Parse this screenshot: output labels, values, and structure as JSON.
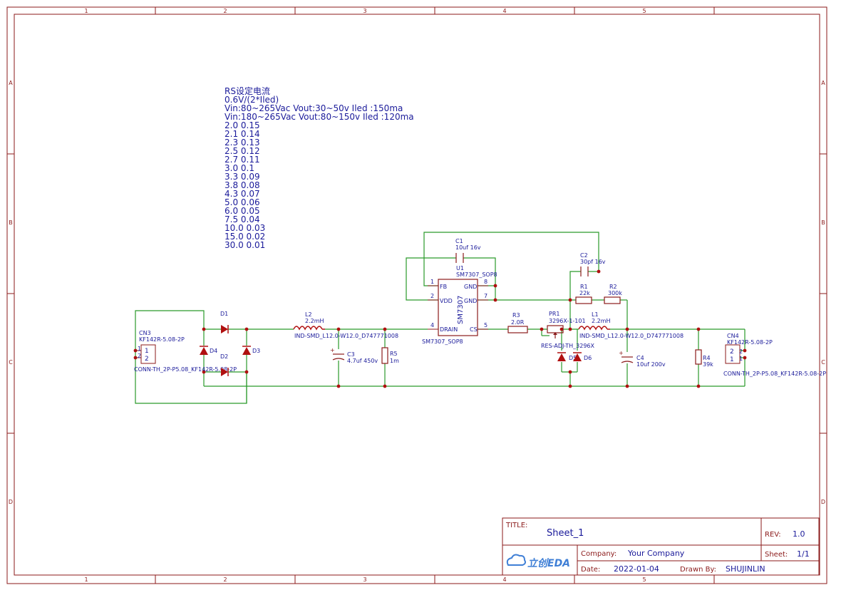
{
  "border": {
    "columns": [
      "1",
      "2",
      "3",
      "4",
      "5"
    ],
    "rows": [
      "A",
      "B",
      "C",
      "D"
    ]
  },
  "notes": [
    "RS设定电流",
    "0.6V/(2*Iled)",
    "Vin:80~265Vac Vout:30~50v Iled :150ma",
    "Vin:180~265Vac Vout:80~150v Iled :120ma",
    "2.0  0.15",
    "2.1  0.14",
    "2.3  0.13",
    "2.5  0.12",
    "2.7  0.11",
    "3.0  0.1",
    "3.3  0.09",
    "3.8  0.08",
    "4.3  0.07",
    "5.0  0.06",
    "6.0  0.05",
    "7.5  0.04",
    "10.0  0.03",
    "15.0  0.02",
    "30.0  0.01"
  ],
  "components": {
    "cn3": {
      "ref": "CN3",
      "value1": "KF142R-5.08-2P",
      "value2": "CONN-TH_2P-P5.08_KF142R-5.08-2P",
      "pin1": "1",
      "pin2": "2"
    },
    "cn4": {
      "ref": "CN4",
      "value1": "KF142R-5.08-2P",
      "value2": "CONN-TH_2P-P5.08_KF142R-5.08-2P",
      "pin1": "1",
      "pin2": "2"
    },
    "d1": {
      "ref": "D1"
    },
    "d2": {
      "ref": "D2"
    },
    "d3": {
      "ref": "D3"
    },
    "d4": {
      "ref": "D4"
    },
    "d5": {
      "ref": "D5"
    },
    "d6": {
      "ref": "D6"
    },
    "l2": {
      "ref": "L2",
      "value": "2.2mH",
      "footprint": "IND-SMD_L12.0-W12.0_D747771008"
    },
    "l1": {
      "ref": "L1",
      "value": "2.2mH",
      "footprint": "IND-SMD_L12.0-W12.0_D747771008"
    },
    "c3": {
      "ref": "C3",
      "value": "4.7uf 450v"
    },
    "c4": {
      "ref": "C4",
      "value": "10uf 200v"
    },
    "c1": {
      "ref": "C1",
      "value": "10uf 16v"
    },
    "c2": {
      "ref": "C2",
      "value": "30pf 16v"
    },
    "r5": {
      "ref": "R5",
      "value": "1m"
    },
    "r4": {
      "ref": "R4",
      "value": "39k"
    },
    "r1": {
      "ref": "R1",
      "value": "22k"
    },
    "r2": {
      "ref": "R2",
      "value": "300k"
    },
    "r3": {
      "ref": "R3",
      "value": "2.0R"
    },
    "pr1": {
      "ref": "PR1",
      "value": "3296X-1-101",
      "footprint": "RES-ADJ-TH_3296X"
    },
    "u1": {
      "ref": "U1",
      "value": "SM7307_SOP8",
      "footprint": "SM7307_SOP8",
      "body": "SM7307",
      "pins": {
        "p1": "1",
        "p2": "2",
        "p4": "4",
        "p5": "5",
        "p7": "7",
        "p8": "8"
      },
      "pin_names": {
        "fb": "FB",
        "vdd": "VDD",
        "drain": "DRAIN",
        "gnd8": "GND",
        "gnd7": "GND",
        "cs": "CS"
      }
    }
  },
  "title_block": {
    "title_label": "TITLE:",
    "title": "Sheet_1",
    "rev_label": "REV:",
    "rev": "1.0",
    "logo_text": "立创EDA",
    "company_label": "Company:",
    "company": "Your Company",
    "sheet_label": "Sheet:",
    "sheet": "1/1",
    "date_label": "Date:",
    "date": "2022-01-04",
    "drawn_label": "Drawn By:",
    "drawn": "SHUJINLIN"
  },
  "colors": {
    "frame": "#8b1a1a",
    "wire": "#2a9a2a",
    "text": "#1a1a9a",
    "part": "#8b1a1a",
    "junction": "#b01010"
  }
}
